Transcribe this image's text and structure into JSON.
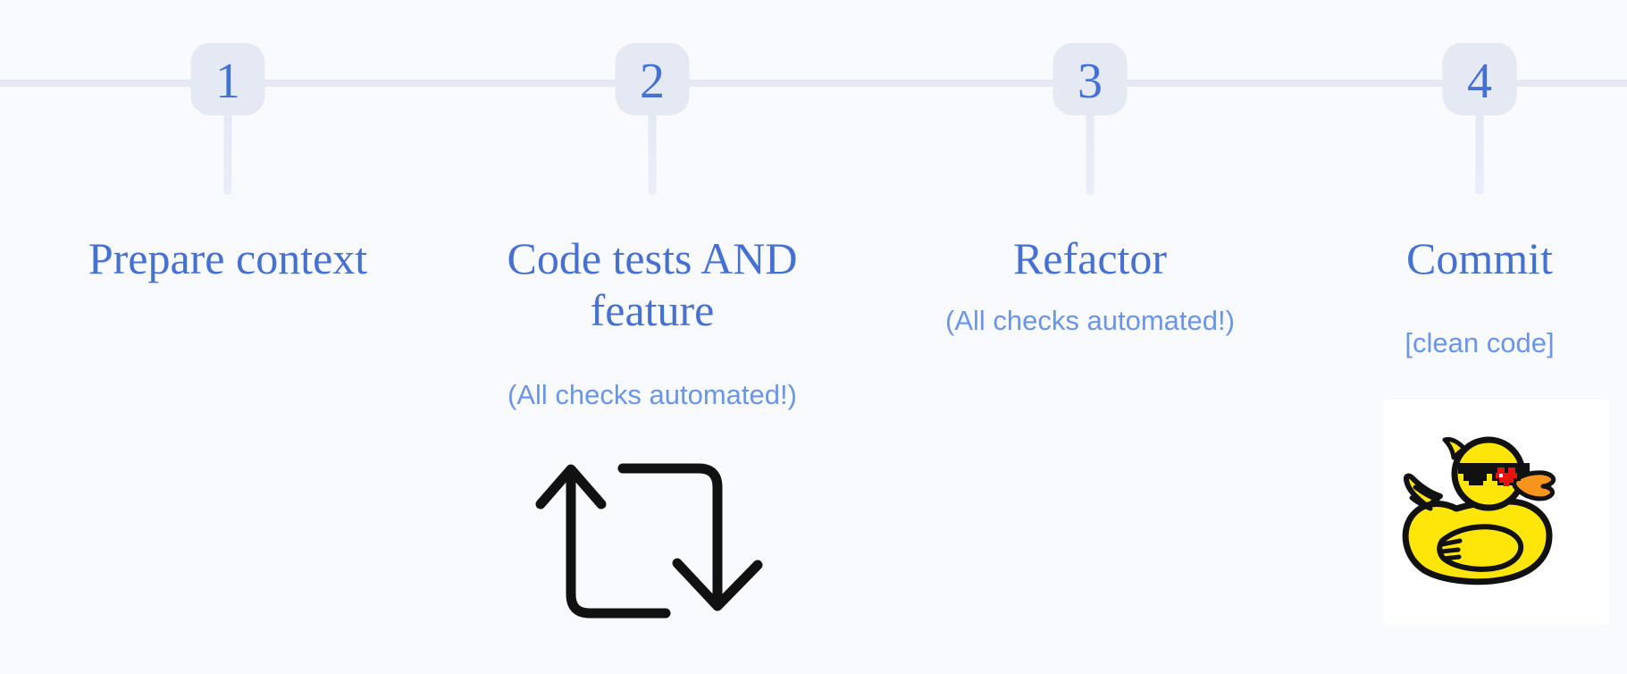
{
  "diagram": {
    "title": "workflow-timeline",
    "colors": {
      "background": "#f8fafd",
      "rail": "#e4e9f4",
      "badge_bg": "#e4e9f4",
      "number": "#4372d4",
      "title": "#4670d2",
      "subtitle": "#6b96e8",
      "icon_black": "#111111",
      "duck_yellow": "#ffe60a",
      "duck_beak_orange": "#f7941e",
      "duck_heart_red": "#e8130c"
    }
  },
  "steps": [
    {
      "number": "1",
      "title": "Prepare context",
      "subtitle": ""
    },
    {
      "number": "2",
      "title": "Code tests AND feature",
      "subtitle": "(All checks automated!)",
      "icon": "repeat-loop-icon"
    },
    {
      "number": "3",
      "title": "Refactor",
      "subtitle": "(All checks automated!)"
    },
    {
      "number": "4",
      "title": "Commit",
      "subtitle": "[clean code]",
      "icon": "rubber-duck"
    }
  ]
}
